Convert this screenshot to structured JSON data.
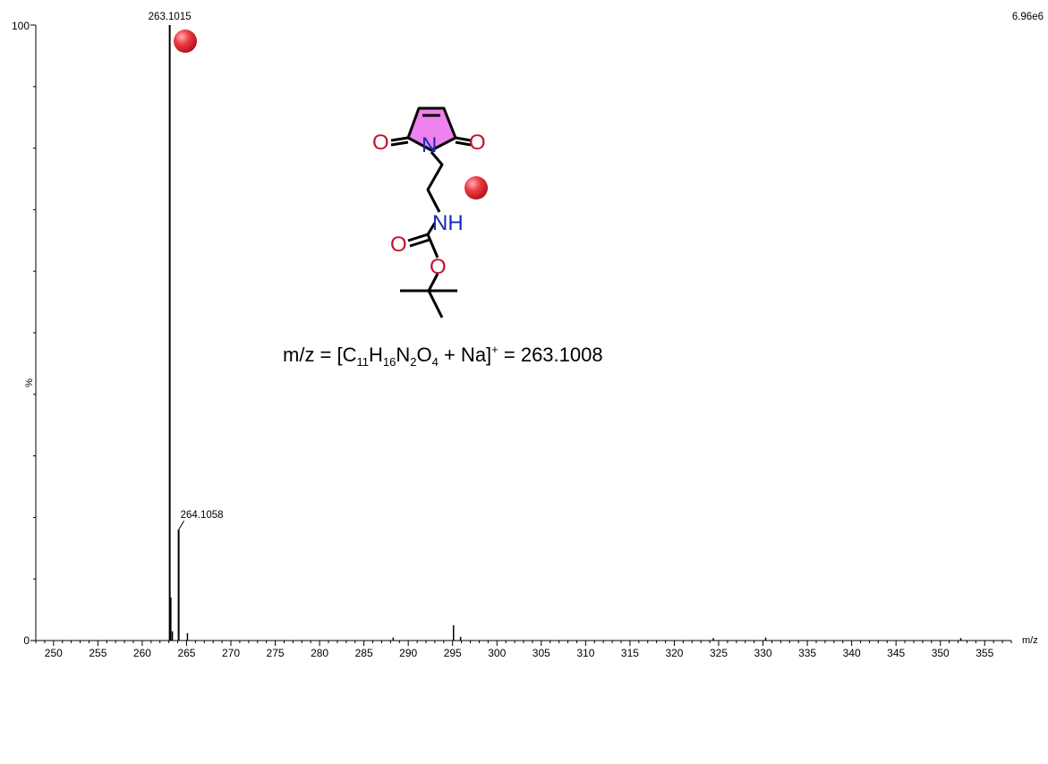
{
  "chart_data": {
    "type": "bar",
    "xlabel": "m/z",
    "ylabel": "%",
    "xlim": [
      248,
      358
    ],
    "ylim": [
      0,
      100
    ],
    "x_ticks": [
      250,
      255,
      260,
      265,
      270,
      275,
      280,
      285,
      290,
      295,
      300,
      305,
      310,
      315,
      320,
      325,
      330,
      335,
      340,
      345,
      350,
      355
    ],
    "y_ticks": [
      0,
      100
    ],
    "intensity_max": "6.96e6",
    "peaks": [
      {
        "mz": 263.1015,
        "intensity": 100,
        "label": "263.1015"
      },
      {
        "mz": 263.2,
        "intensity": 7,
        "label": ""
      },
      {
        "mz": 263.4,
        "intensity": 1.5,
        "label": ""
      },
      {
        "mz": 264.1058,
        "intensity": 18,
        "label": "264.1058"
      },
      {
        "mz": 265.1,
        "intensity": 1.2,
        "label": ""
      },
      {
        "mz": 288.3,
        "intensity": 0.5,
        "label": ""
      },
      {
        "mz": 295.1,
        "intensity": 2.5,
        "label": ""
      },
      {
        "mz": 295.9,
        "intensity": 0.6,
        "label": ""
      },
      {
        "mz": 324.4,
        "intensity": 0.4,
        "label": ""
      },
      {
        "mz": 330.3,
        "intensity": 0.5,
        "label": ""
      },
      {
        "mz": 352.3,
        "intensity": 0.4,
        "label": ""
      }
    ],
    "annotation": {
      "formula_prefix": "m/z = [C",
      "c_sub": "11",
      "h": "H",
      "h_sub": "16",
      "n": "N",
      "n_sub": "2",
      "o": "O",
      "o_sub": "4",
      "plus_na": " + Na]",
      "charge": "+",
      "result": " = 263.1008"
    },
    "structure_atoms": {
      "o_left": "O",
      "o_right": "O",
      "n_ring": "N",
      "nh": "NH",
      "o_carbonyl": "O",
      "o_ester": "O"
    },
    "colors": {
      "peak": "#000000",
      "marker": "#e8323c",
      "ring_fill": "#ee82ee",
      "oxygen": "#c8102e",
      "nitrogen": "#1a2db4"
    }
  }
}
